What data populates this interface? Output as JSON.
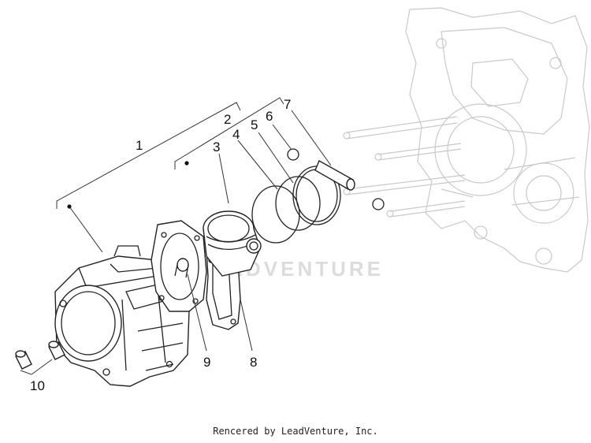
{
  "diagram": {
    "callouts": [
      "1",
      "2",
      "3",
      "4",
      "5",
      "6",
      "7",
      "8",
      "9",
      "10"
    ],
    "watermark": "LEADVENTURE",
    "credit": "Rencered by LeadVenture, Inc."
  },
  "colors": {
    "line": "#222222",
    "ghost": "#c9c9c9",
    "watermark": "#dcdcdc"
  }
}
